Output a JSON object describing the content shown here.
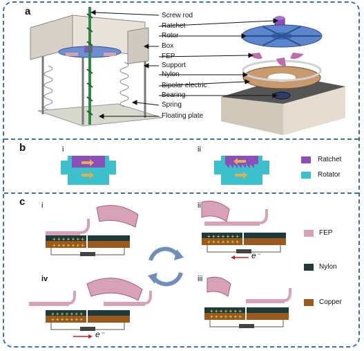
{
  "panels": {
    "a": "a",
    "b": "b",
    "c": "c"
  },
  "panel_a_labels": [
    "Screw rod",
    "Ratchet",
    "Rotor",
    "Box",
    "FEP",
    "Support",
    "Nylon",
    "Bipolar electric",
    "Bearing",
    "Spring",
    "Floating plate"
  ],
  "panel_b": {
    "sub_i": "i",
    "sub_ii": "ii",
    "legend": [
      "Ratchet",
      "Rotator"
    ]
  },
  "panel_c": {
    "sub_i": "i",
    "sub_ii": "ii",
    "sub_iii": "iii",
    "sub_iv": "iv",
    "legend": [
      "FEP",
      "Nylon",
      "Copper"
    ],
    "electron": "e⁻"
  },
  "colors": {
    "frame": "#3b6fb0",
    "ratchet": "#8a4fb8",
    "rotator": "#3cc0cc",
    "fep": "#d7a1b8",
    "nylon": "#1f3a3a",
    "copper": "#9a5a1e"
  }
}
